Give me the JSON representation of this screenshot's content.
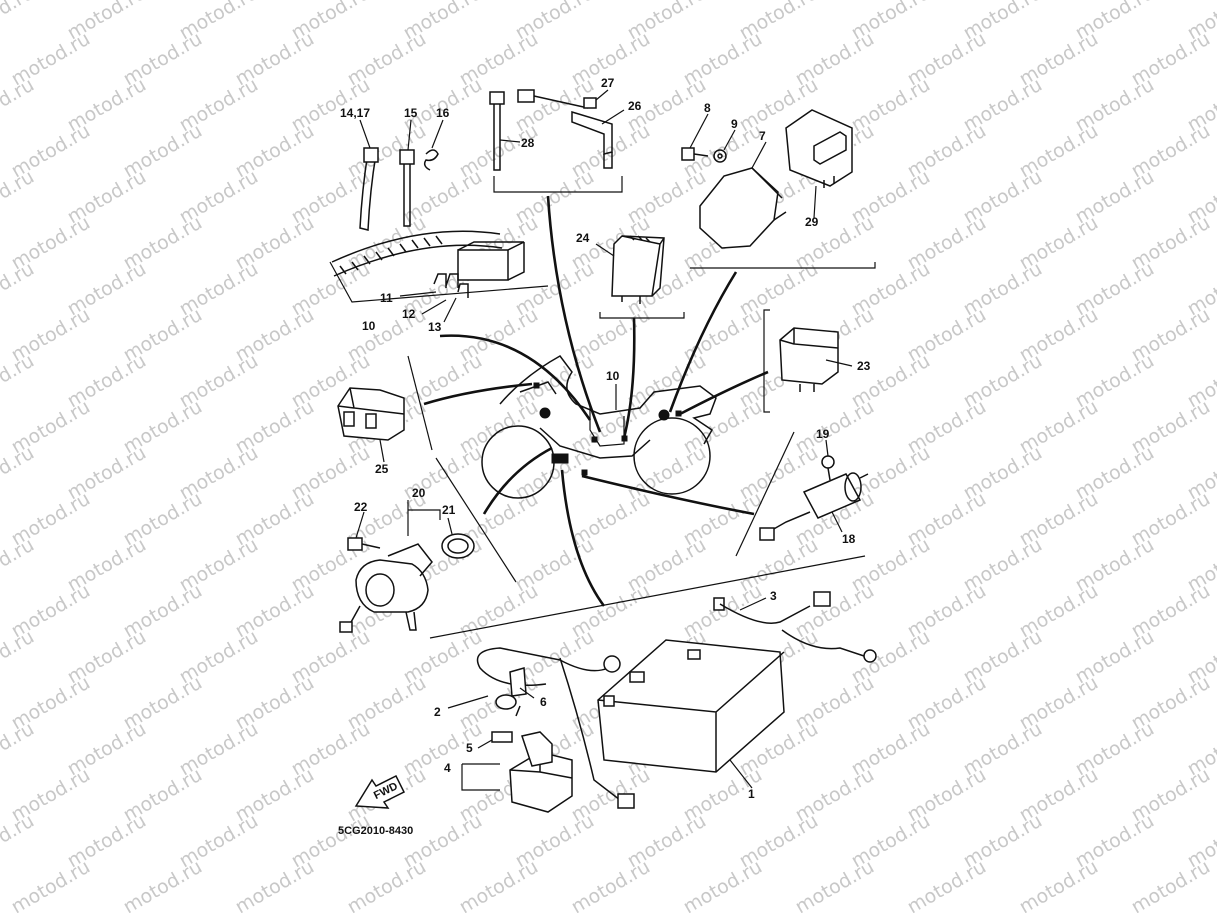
{
  "watermark": "motod.ru",
  "diagram_code": "5CG2010-8430",
  "fwd_arrow": "FWD",
  "callouts": [
    "14,17",
    "15",
    "16",
    "28",
    "27",
    "26",
    "8",
    "9",
    "7",
    "29",
    "24",
    "11",
    "12",
    "10",
    "13",
    "23",
    "25",
    "10",
    "19",
    "22",
    "20",
    "21",
    "18",
    "3",
    "2",
    "6",
    "5",
    "4",
    "1"
  ]
}
